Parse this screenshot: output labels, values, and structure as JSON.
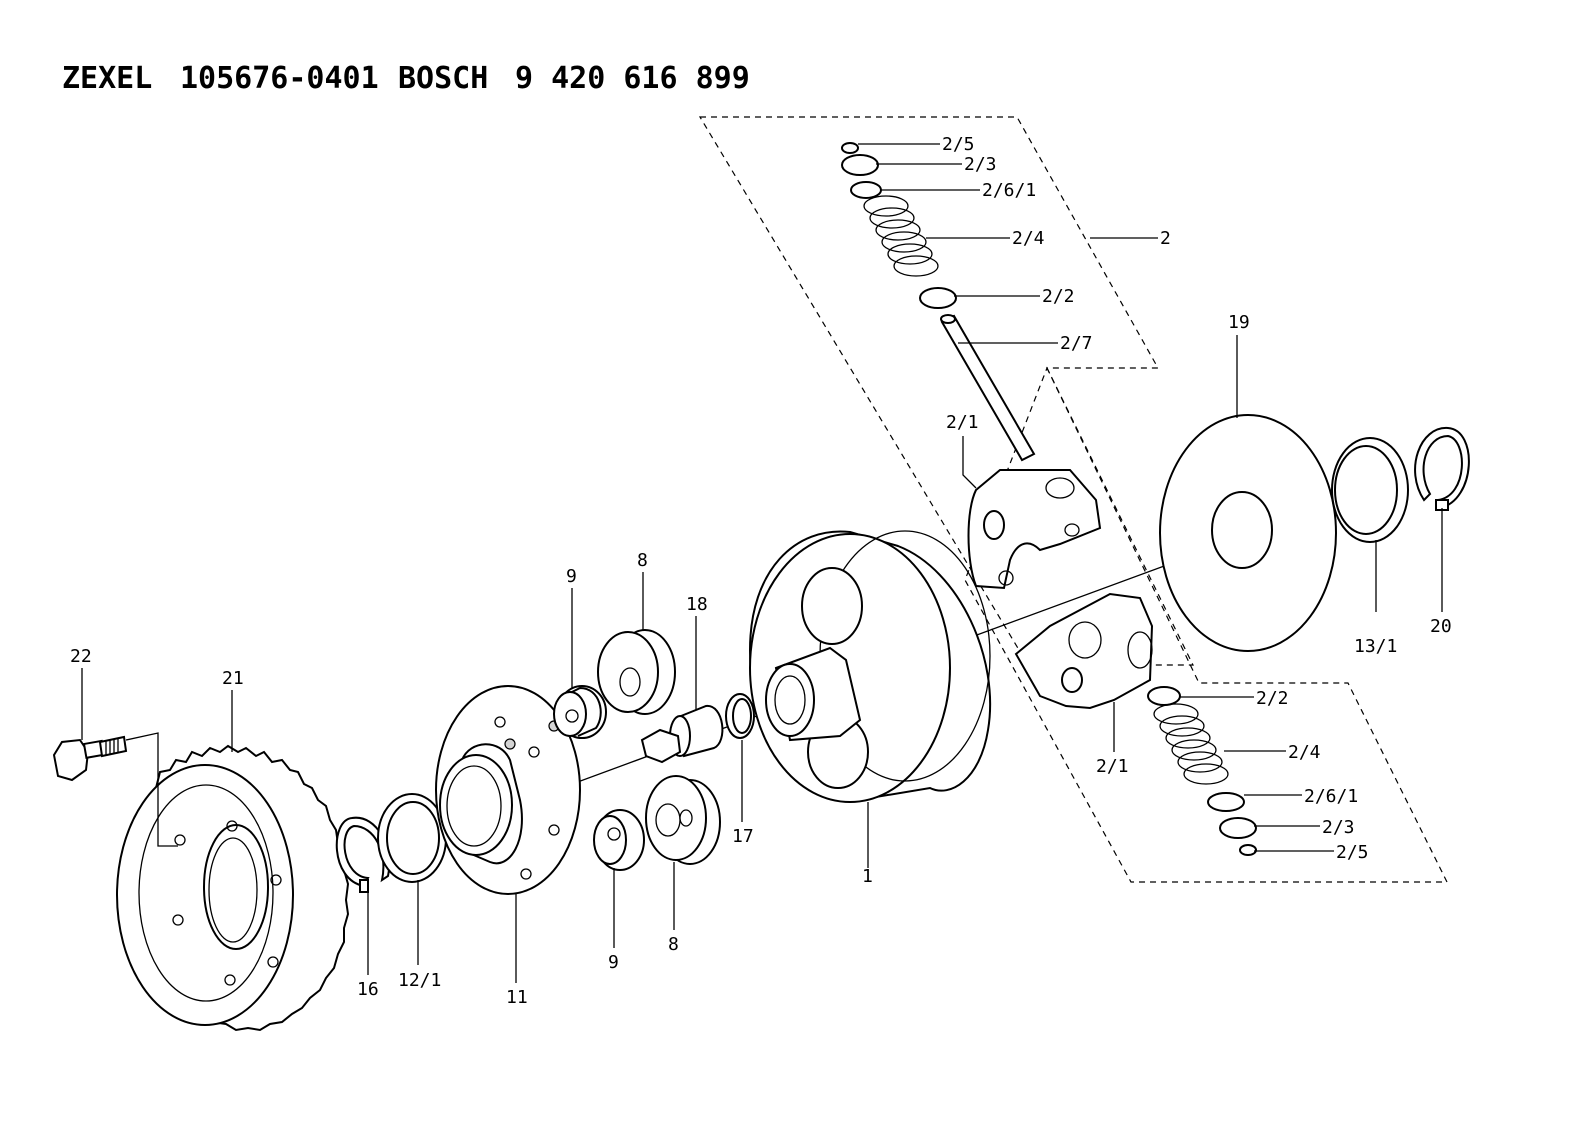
{
  "header": {
    "brand1": "ZEXEL",
    "part_no1": "105676-0401",
    "brand2": "BOSCH",
    "part_no2": "9 420 616 899"
  },
  "callouts": {
    "c1": "1",
    "c2": "2",
    "c2_1a": "2/1",
    "c2_1b": "2/1",
    "c2_2a": "2/2",
    "c2_2b": "2/2",
    "c2_3a": "2/3",
    "c2_3b": "2/3",
    "c2_4a": "2/4",
    "c2_4b": "2/4",
    "c2_5a": "2/5",
    "c2_5b": "2/5",
    "c2_6_1a": "2/6/1",
    "c2_6_1b": "2/6/1",
    "c2_7": "2/7",
    "c8a": "8",
    "c8b": "8",
    "c9a": "9",
    "c9b": "9",
    "c11": "11",
    "c12_1": "12/1",
    "c13_1": "13/1",
    "c16": "16",
    "c17": "17",
    "c18": "18",
    "c19": "19",
    "c20": "20",
    "c21": "21",
    "c22": "22"
  }
}
